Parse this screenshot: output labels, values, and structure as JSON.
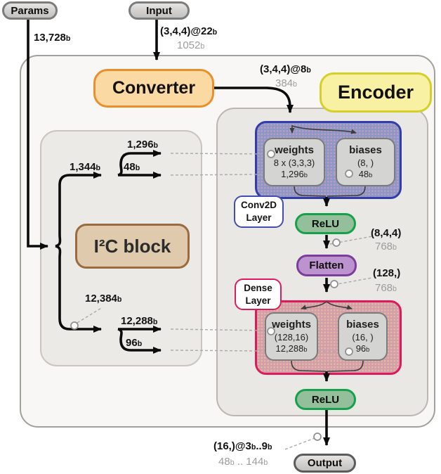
{
  "diagram": {
    "pills": {
      "params": "Params",
      "input": "Input",
      "output": "Output"
    },
    "blocks": {
      "converter": "Converter",
      "encoder": "Encoder",
      "i2c": "I²C block",
      "conv_tag": {
        "line1": "Conv2D",
        "line2": "Layer"
      },
      "dense_tag": {
        "line1": "Dense",
        "line2": "Layer"
      },
      "relu1": "ReLU",
      "flatten": "Flatten",
      "relu2": "ReLU"
    },
    "param_boxes": {
      "conv_weights": {
        "title": "weights",
        "shape": "8 x (3,3,3)"
      },
      "conv_biases": {
        "title": "biases",
        "shape": "(8, )"
      },
      "dense_weights": {
        "title": "weights",
        "shape": "(128,16)"
      },
      "dense_biases": {
        "title": "biases",
        "shape": "(16, )"
      }
    },
    "annotations": {
      "params_bytes": [
        {
          "t": "13,728"
        },
        {
          "t": "b",
          "sub": true
        }
      ],
      "input_shape": [
        {
          "t": "(3,4,4)@22"
        },
        {
          "t": "b",
          "sub": true
        }
      ],
      "input_bytes": [
        {
          "t": "1052"
        },
        {
          "t": "b",
          "sub": true
        }
      ],
      "conv_in_shape": [
        {
          "t": "(3,4,4)@8"
        },
        {
          "t": "b",
          "sub": true
        }
      ],
      "conv_in_bytes": [
        {
          "t": "384"
        },
        {
          "t": "b",
          "sub": true
        }
      ],
      "fork1_label": [
        {
          "t": "1,344"
        },
        {
          "t": "b",
          "sub": true
        }
      ],
      "conv_w_label": [
        {
          "t": "1,296"
        },
        {
          "t": "b",
          "sub": true
        }
      ],
      "conv_b_label": [
        {
          "t": "48"
        },
        {
          "t": "b",
          "sub": true
        }
      ],
      "dense_fork_label": [
        {
          "t": "12,384"
        },
        {
          "t": "b",
          "sub": true
        }
      ],
      "dense_w_label": [
        {
          "t": "12,288"
        },
        {
          "t": "b",
          "sub": true
        }
      ],
      "dense_b_label": [
        {
          "t": "96"
        },
        {
          "t": "b",
          "sub": true
        }
      ],
      "relu1_out_shape": [
        {
          "t": "(8,4,4)"
        }
      ],
      "relu1_out_bytes": [
        {
          "t": "768"
        },
        {
          "t": "b",
          "sub": true
        }
      ],
      "flatten_out_shape": [
        {
          "t": "(128,)"
        }
      ],
      "flatten_out_bytes": [
        {
          "t": "768"
        },
        {
          "t": "b",
          "sub": true
        }
      ],
      "conv_w_bytes": [
        {
          "t": "1,296"
        },
        {
          "t": "b",
          "sub": true
        }
      ],
      "conv_b_bytes": [
        {
          "t": "48"
        },
        {
          "t": "b",
          "sub": true
        }
      ],
      "dense_w_bytes": [
        {
          "t": "12,288"
        },
        {
          "t": "b",
          "sub": true
        }
      ],
      "dense_b_bytes": [
        {
          "t": "96"
        },
        {
          "t": "b",
          "sub": true
        }
      ],
      "output_shape": [
        {
          "t": "(16,)@3"
        },
        {
          "t": "b",
          "sub": true
        },
        {
          "t": ".."
        },
        {
          "t": "9"
        },
        {
          "t": "b",
          "sub": true
        }
      ],
      "output_bytes": [
        {
          "t": "48"
        },
        {
          "t": "b",
          "sub": true
        },
        {
          "t": " .. "
        },
        {
          "t": "144"
        },
        {
          "t": "b",
          "sub": true
        }
      ]
    },
    "colors": {
      "converter_orange": "#E8902E",
      "encoder_yellow": "#D4D02A",
      "i2c_brown": "#9A6B3E",
      "conv_blue": "#333CAB",
      "dense_pink": "#DE1A5D",
      "relu_green": "#17A04C",
      "flatten_purple": "#7C3E9D",
      "arrow_black": "#0B0B0B",
      "dashed_gray": "#A9A9A9"
    }
  }
}
